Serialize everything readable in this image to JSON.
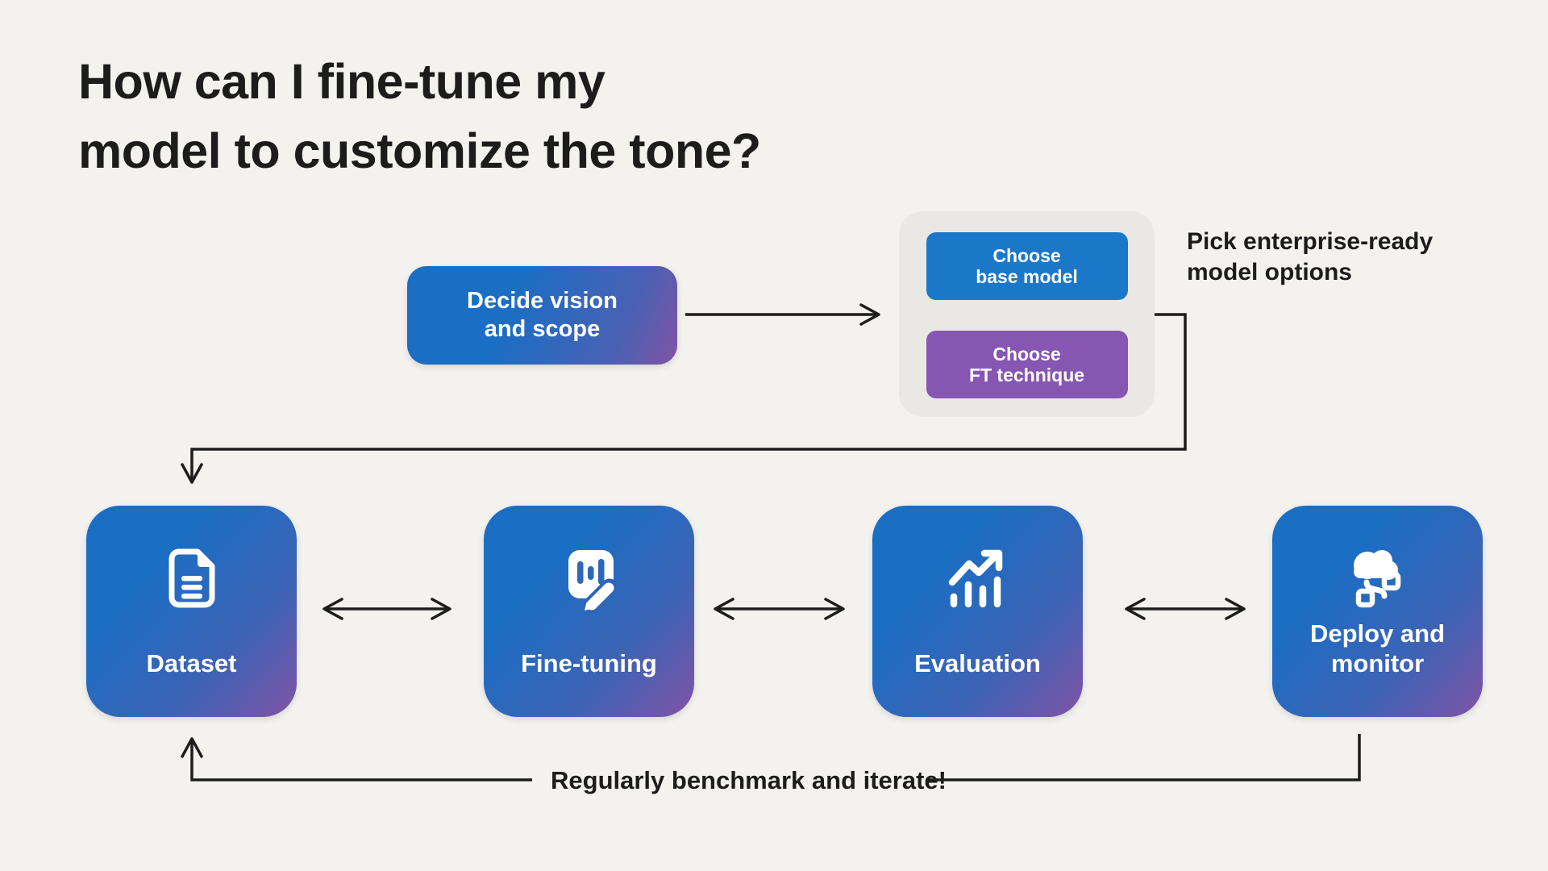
{
  "title": {
    "line1": "How can I fine-tune my",
    "line2": "model to customize the tone?"
  },
  "flow": {
    "decide": {
      "line1": "Decide vision",
      "line2": "and scope"
    },
    "choose_base": {
      "line1": "Choose",
      "line2": "base model"
    },
    "choose_ft": {
      "line1": "Choose",
      "line2": "FT technique"
    },
    "side_note": {
      "line1": "Pick enterprise-ready",
      "line2": "model options"
    }
  },
  "stages": [
    {
      "label": "Dataset",
      "icon": "document-icon"
    },
    {
      "label": "Fine-tuning",
      "icon": "tuning-bars-pencil-icon"
    },
    {
      "label": "Evaluation",
      "icon": "trending-up-chart-icon"
    },
    {
      "label": "Deploy and monitor",
      "icon": "cloud-pipeline-icon"
    }
  ],
  "footer": {
    "loop_note": "Regularly benchmark and iterate!"
  },
  "colors": {
    "background": "#f3f2ef",
    "text_dark": "#1c1c1c",
    "gradient_blue": "#1a6ec4",
    "gradient_purple": "#8153a6",
    "button_blue": "#1b78c9",
    "button_purple": "#8656b2",
    "panel_gray": "#e9e8e5",
    "arrow": "#1d1d1d",
    "icon_white": "#ffffff"
  }
}
